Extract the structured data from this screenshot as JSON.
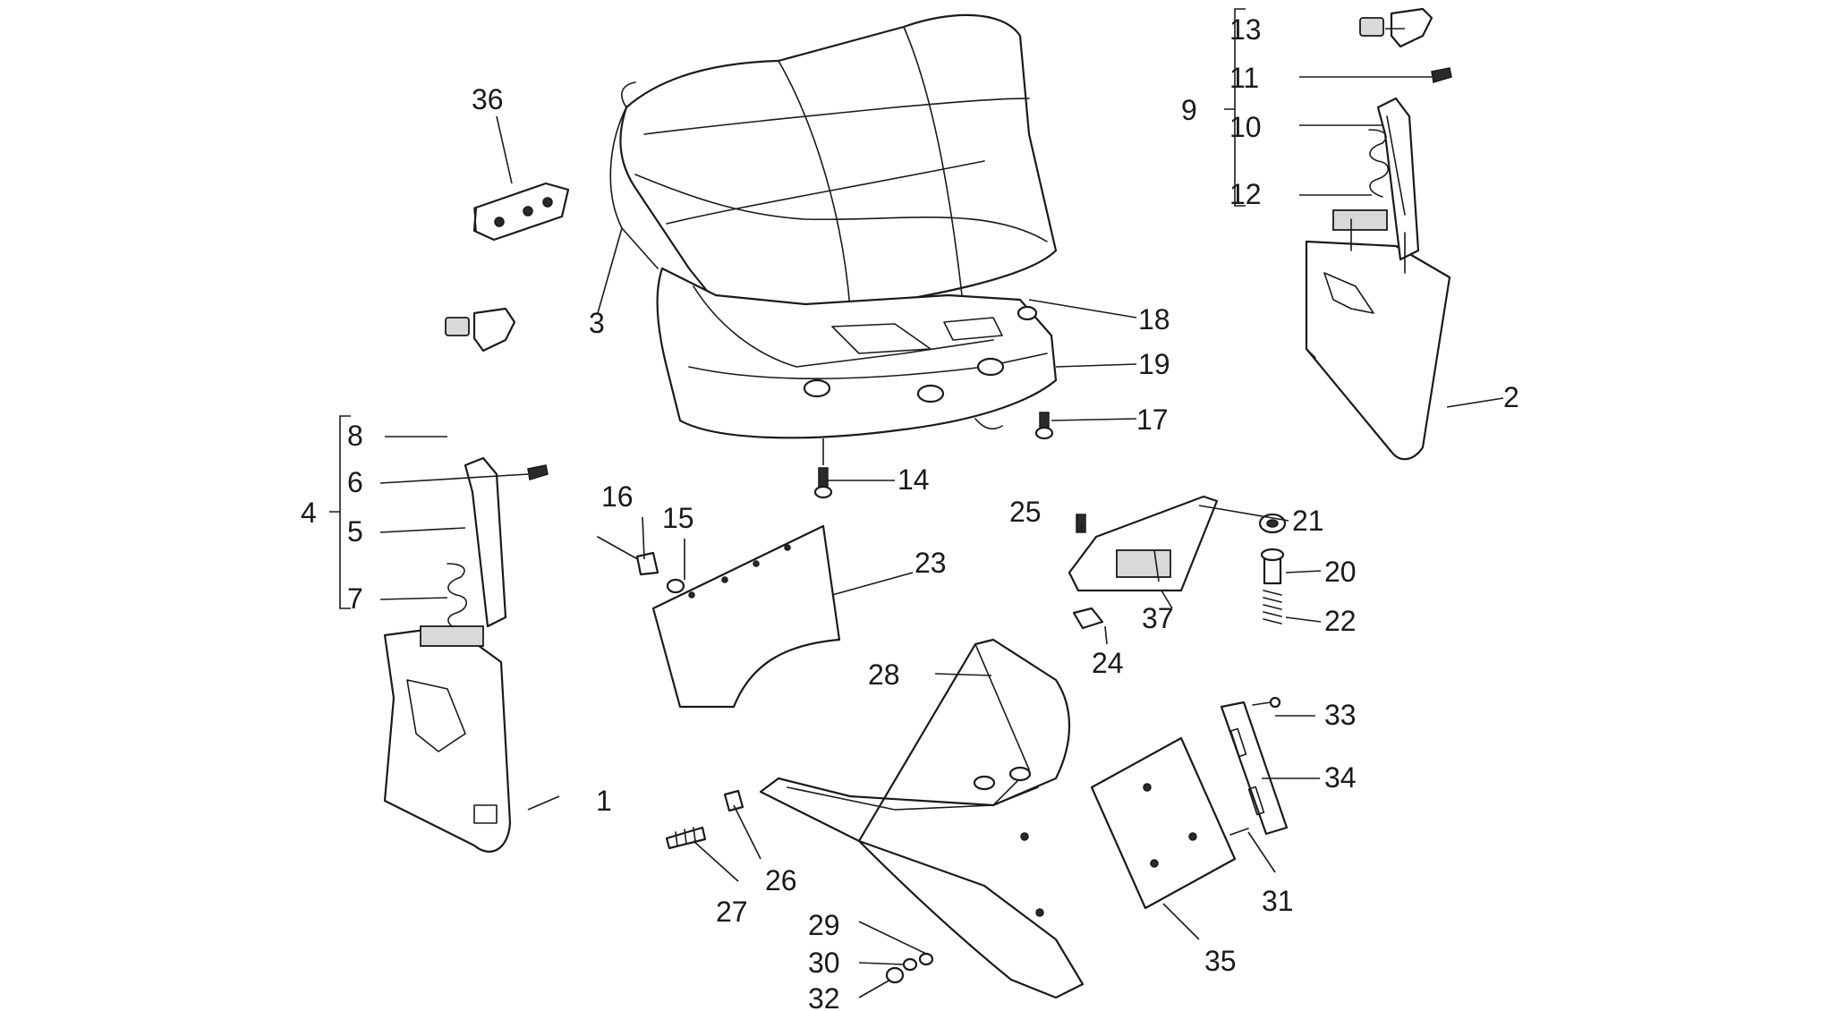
{
  "diagram": {
    "callouts": {
      "c1": "1",
      "c2": "2",
      "c3": "3",
      "c4": "4",
      "c5": "5",
      "c6": "6",
      "c7": "7",
      "c8": "8",
      "c9": "9",
      "c10": "10",
      "c11": "11",
      "c12": "12",
      "c13": "13",
      "c14": "14",
      "c15": "15",
      "c16": "16",
      "c17": "17",
      "c18": "18",
      "c19": "19",
      "c20": "20",
      "c21": "21",
      "c22": "22",
      "c23": "23",
      "c24": "24",
      "c25": "25",
      "c26": "26",
      "c27": "27",
      "c28": "28",
      "c29": "29",
      "c30": "30",
      "c31": "31",
      "c32": "32",
      "c33": "33",
      "c34": "34",
      "c35": "35",
      "c36": "36",
      "c37": "37"
    }
  }
}
